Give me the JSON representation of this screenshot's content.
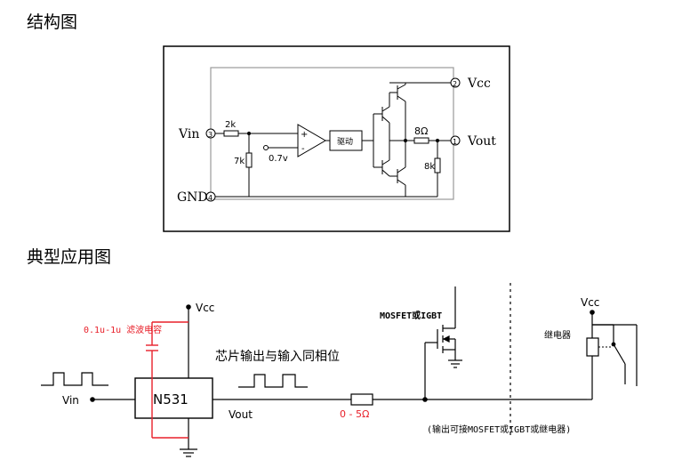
{
  "sections": {
    "structure_title": "结构图",
    "application_title": "典型应用图"
  },
  "structure": {
    "pins": {
      "vin": "Vin",
      "gnd": "GND",
      "vcc": "Vcc",
      "vout": "Vout",
      "vin_num": "3",
      "gnd_num": "4",
      "vcc_num": "2",
      "vout_num": "1"
    },
    "r_input": "2k",
    "r_divider": "7k",
    "ref_voltage": "0.7v",
    "comp_plus": "+",
    "comp_minus": "-",
    "driver": "驱动",
    "r_out_series": "8Ω",
    "r_out_pull": "8k"
  },
  "application": {
    "vcc_left": "Vcc",
    "cap_label": "0.1u-1u 滤波电容",
    "chip": "N531",
    "vin": "Vin",
    "vout": "Vout",
    "phase_note": "芯片输出与输入同相位",
    "resistor": "0 - 5Ω",
    "switch_device": "MOSFET或IGBT",
    "vcc_right": "Vcc",
    "relay": "继电器",
    "output_note": "(输出可接MOSFET或IGBT或继电器)"
  },
  "colors": {
    "line": "#000000",
    "accent_red": "#e8202a",
    "dash_gray": "#333333",
    "box_gray": "#888888"
  }
}
